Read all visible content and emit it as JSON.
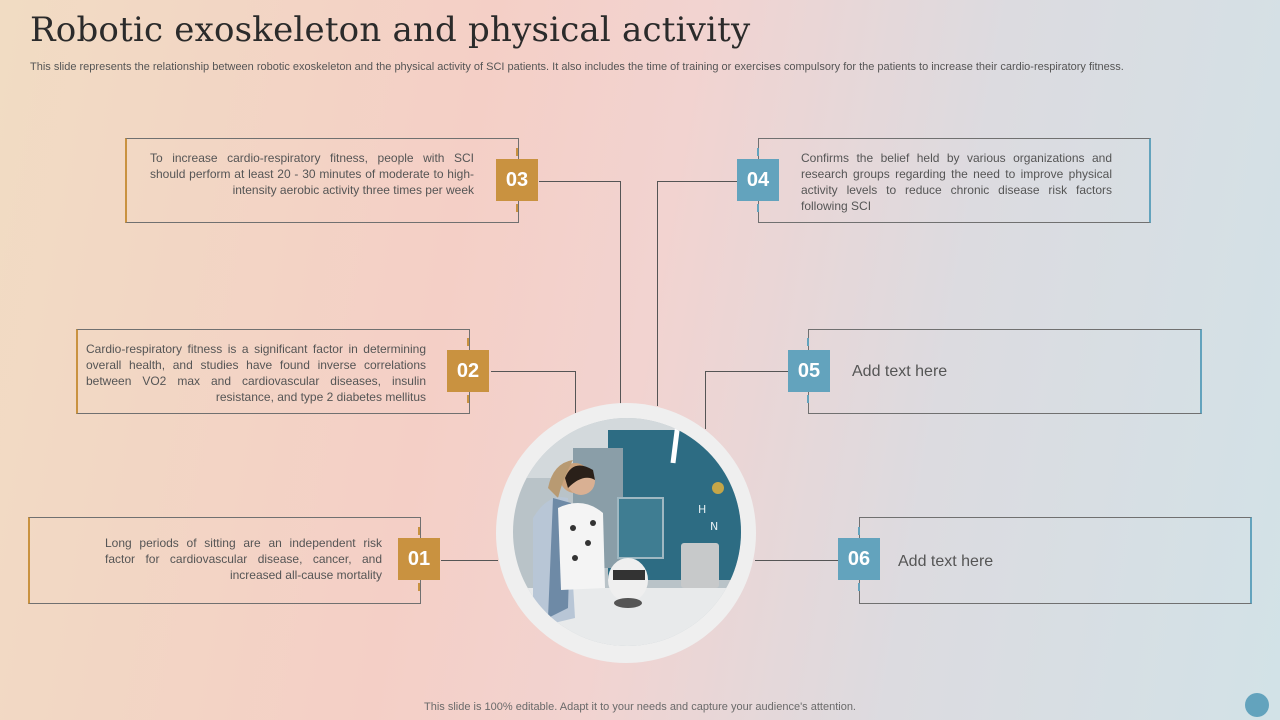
{
  "header": {
    "title": "Robotic exoskeleton and physical activity",
    "subtitle": "This slide represents the relationship between robotic exoskeleton and the physical activity of SCI patients. It also includes the time of training or exercises compulsory for the patients to increase their cardio-respiratory fitness."
  },
  "items": [
    {
      "number": "01",
      "text": "Long periods of sitting are an independent risk factor for cardiovascular disease, cancer, and increased all-cause mortality",
      "color": "#c99240"
    },
    {
      "number": "02",
      "text": "Cardio-respiratory fitness is a significant factor in determining overall health, and studies have found inverse correlations between VO2 max and cardiovascular diseases, insulin resistance, and type 2 diabetes mellitus",
      "color": "#c99240"
    },
    {
      "number": "03",
      "text": "To increase cardio-respiratory fitness, people with SCI should perform at least 20 - 30 minutes of moderate to high-intensity aerobic activity three times per week",
      "color": "#c99240"
    },
    {
      "number": "04",
      "text": "Confirms the belief held by various organizations and research groups regarding the need to improve physical activity levels to reduce chronic disease risk factors following SCI",
      "color": "#63a3bd"
    },
    {
      "number": "05",
      "text": "Add text here",
      "color": "#63a3bd"
    },
    {
      "number": "06",
      "text": "Add text here",
      "color": "#63a3bd"
    }
  ],
  "footer": {
    "text": "This slide is 100% editable. Adapt it to your needs and capture your audience's attention."
  },
  "image": {
    "icon": "lab-photo-robot-students"
  }
}
